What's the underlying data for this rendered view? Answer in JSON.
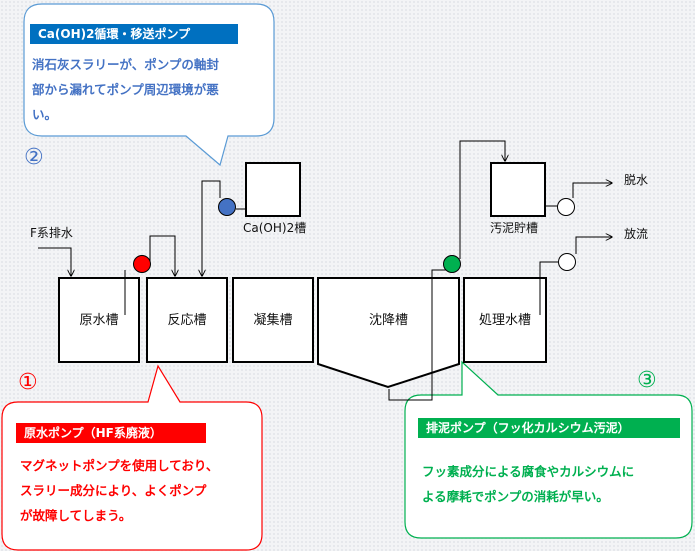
{
  "tanks": {
    "genshui": "原水槽",
    "hanno": "反応槽",
    "gyoshu": "凝集槽",
    "chinko": "沈降槽",
    "shorisui": "処理水槽",
    "caoh2": "Ca(OH)2槽",
    "odei": "汚泥貯槽"
  },
  "labels": {
    "f_drain": "F系排水",
    "dewater": "脱水",
    "discharge": "放流"
  },
  "callouts": {
    "c1": {
      "number": "①",
      "title": "原水ポンプ（HF系廃液）",
      "lines": [
        "マグネットポンプを使用しており、",
        "スラリー成分により、よくポンプ",
        "が故障してしまう。"
      ],
      "color": "#ff0000"
    },
    "c2": {
      "number": "②",
      "title": "Ca(OH)2循環・移送ポンプ",
      "lines": [
        "消石灰スラリーが、ポンプの軸封",
        "部から漏れてポンプ周辺環境が悪",
        "い。"
      ],
      "color": "#4472c4"
    },
    "c3": {
      "number": "③",
      "title": "排泥ポンプ（フッ化カルシウム汚泥）",
      "lines": [
        "フッ素成分による腐食やカルシウムに",
        "よる摩耗でポンプの消耗が早い。"
      ],
      "color": "#00b050"
    }
  },
  "colors": {
    "pump_red": "#ff0000",
    "pump_blue": "#4472c4",
    "pump_green": "#00b050",
    "header_blue": "#0070c0",
    "header_red": "#ff0000",
    "header_green": "#00b050",
    "text_blue": "#4472c4"
  }
}
